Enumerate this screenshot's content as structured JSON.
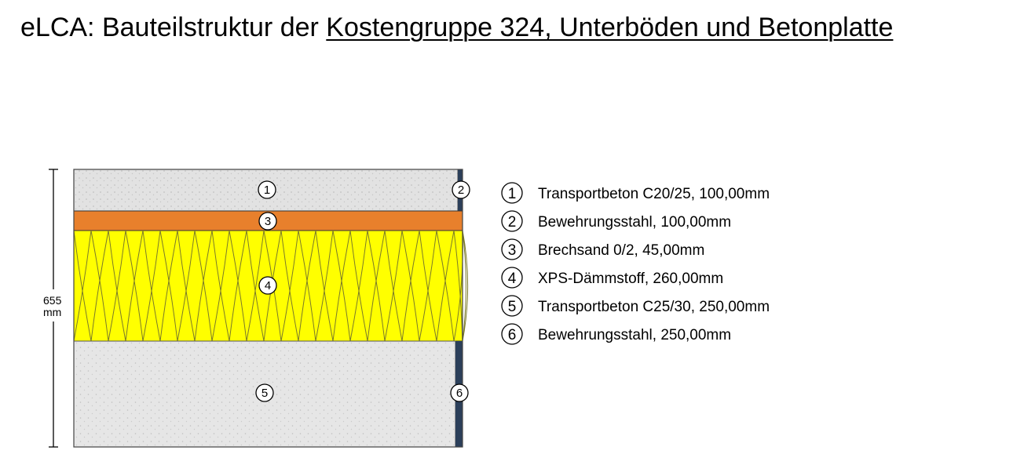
{
  "header": {
    "prefix": "eLCA: Bauteilstruktur der",
    "subject": "Kostengruppe 324, Unterböden und Betonplatte"
  },
  "diagram": {
    "dimension": {
      "value": "655",
      "unit": "mm"
    },
    "layer_numbers": [
      "1",
      "2",
      "3",
      "4",
      "5",
      "6"
    ],
    "colors": {
      "concrete": "#e4e4e4",
      "brechsand": "#e8802c",
      "insulation": "#ffff00",
      "steel": "#2b3f5a"
    }
  },
  "legend": [
    {
      "num": "1",
      "label": "Transportbeton C20/25, 100,00mm"
    },
    {
      "num": "2",
      "label": "Bewehrungsstahl, 100,00mm"
    },
    {
      "num": "3",
      "label": "Brechsand 0/2, 45,00mm"
    },
    {
      "num": "4",
      "label": "XPS-Dämmstoff, 260,00mm"
    },
    {
      "num": "5",
      "label": "Transportbeton C25/30, 250,00mm"
    },
    {
      "num": "6",
      "label": "Bewehrungsstahl, 250,00mm"
    }
  ]
}
